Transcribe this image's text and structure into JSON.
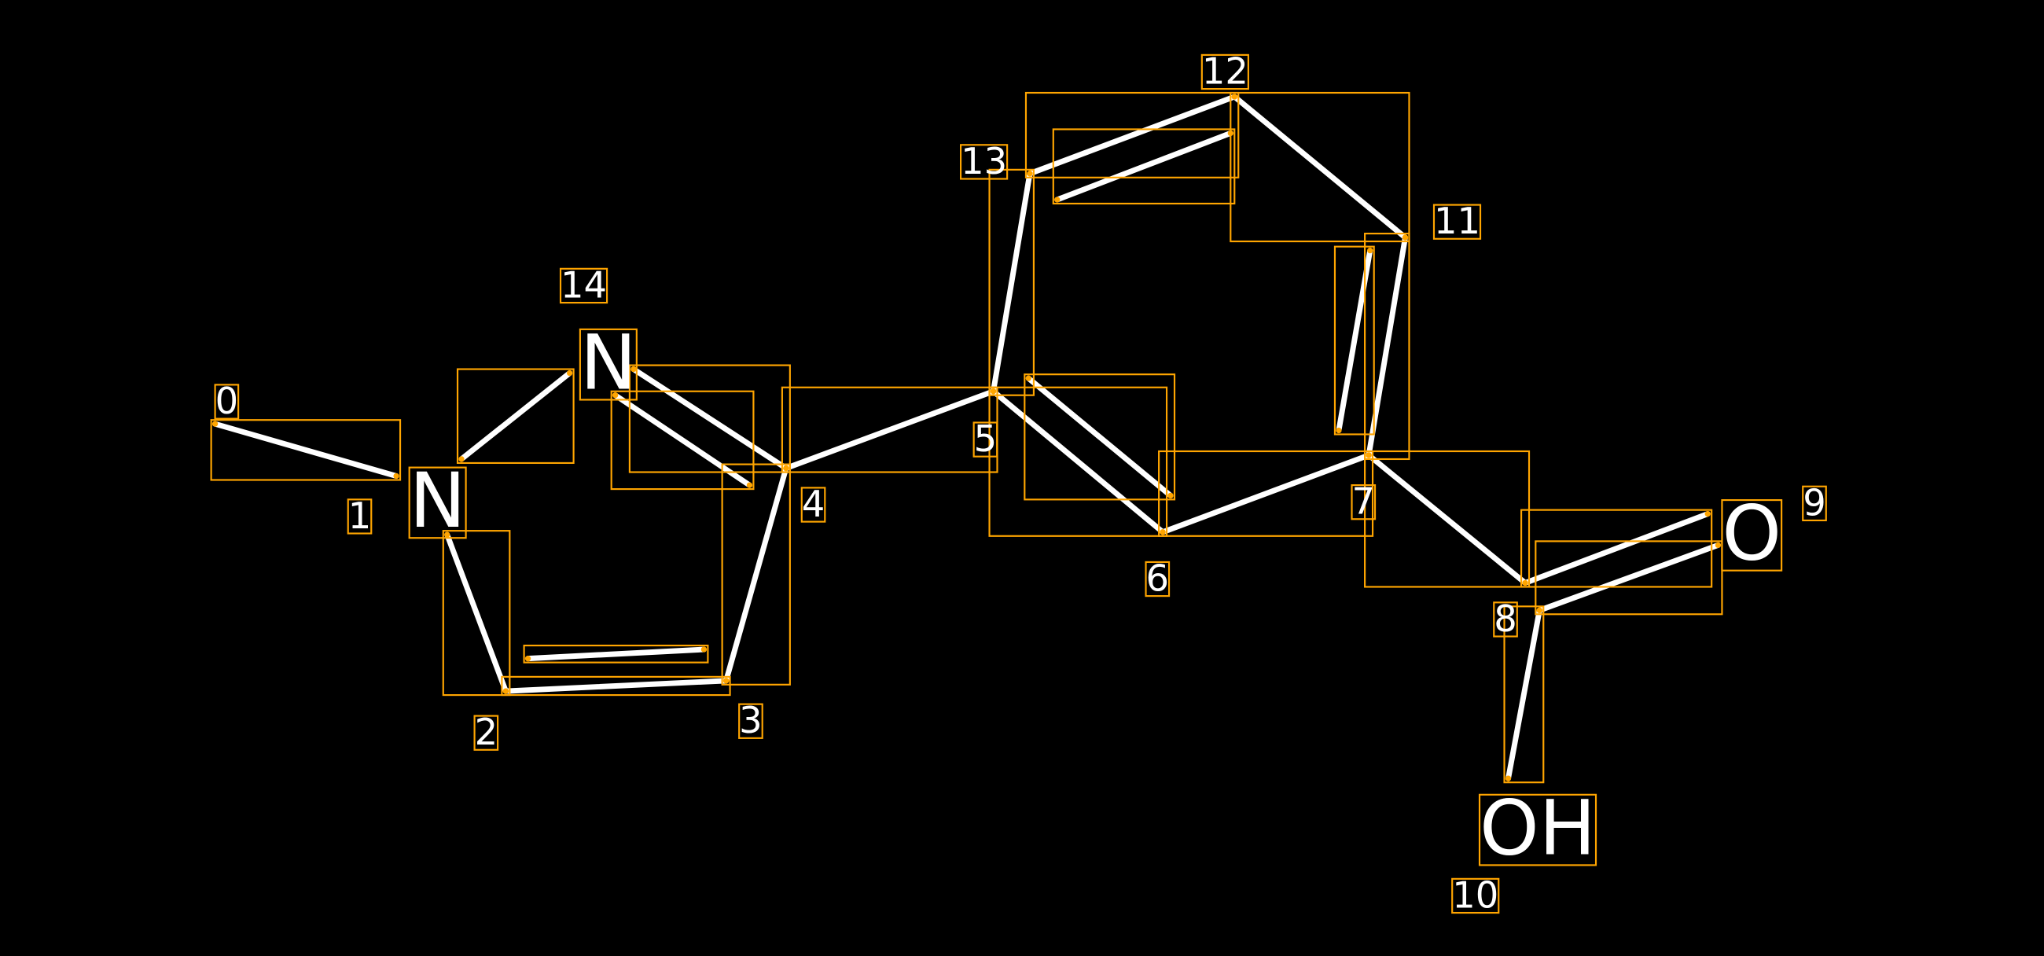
{
  "colors": {
    "background": "#000000",
    "bond": "#ffffff",
    "box": "#FFA500"
  },
  "atoms": {
    "n1": "N",
    "n14": "N",
    "o9": "O",
    "oh10": "OH"
  },
  "indices": [
    "0",
    "1",
    "2",
    "3",
    "4",
    "5",
    "6",
    "7",
    "8",
    "9",
    "10",
    "11",
    "12",
    "13",
    "14"
  ]
}
